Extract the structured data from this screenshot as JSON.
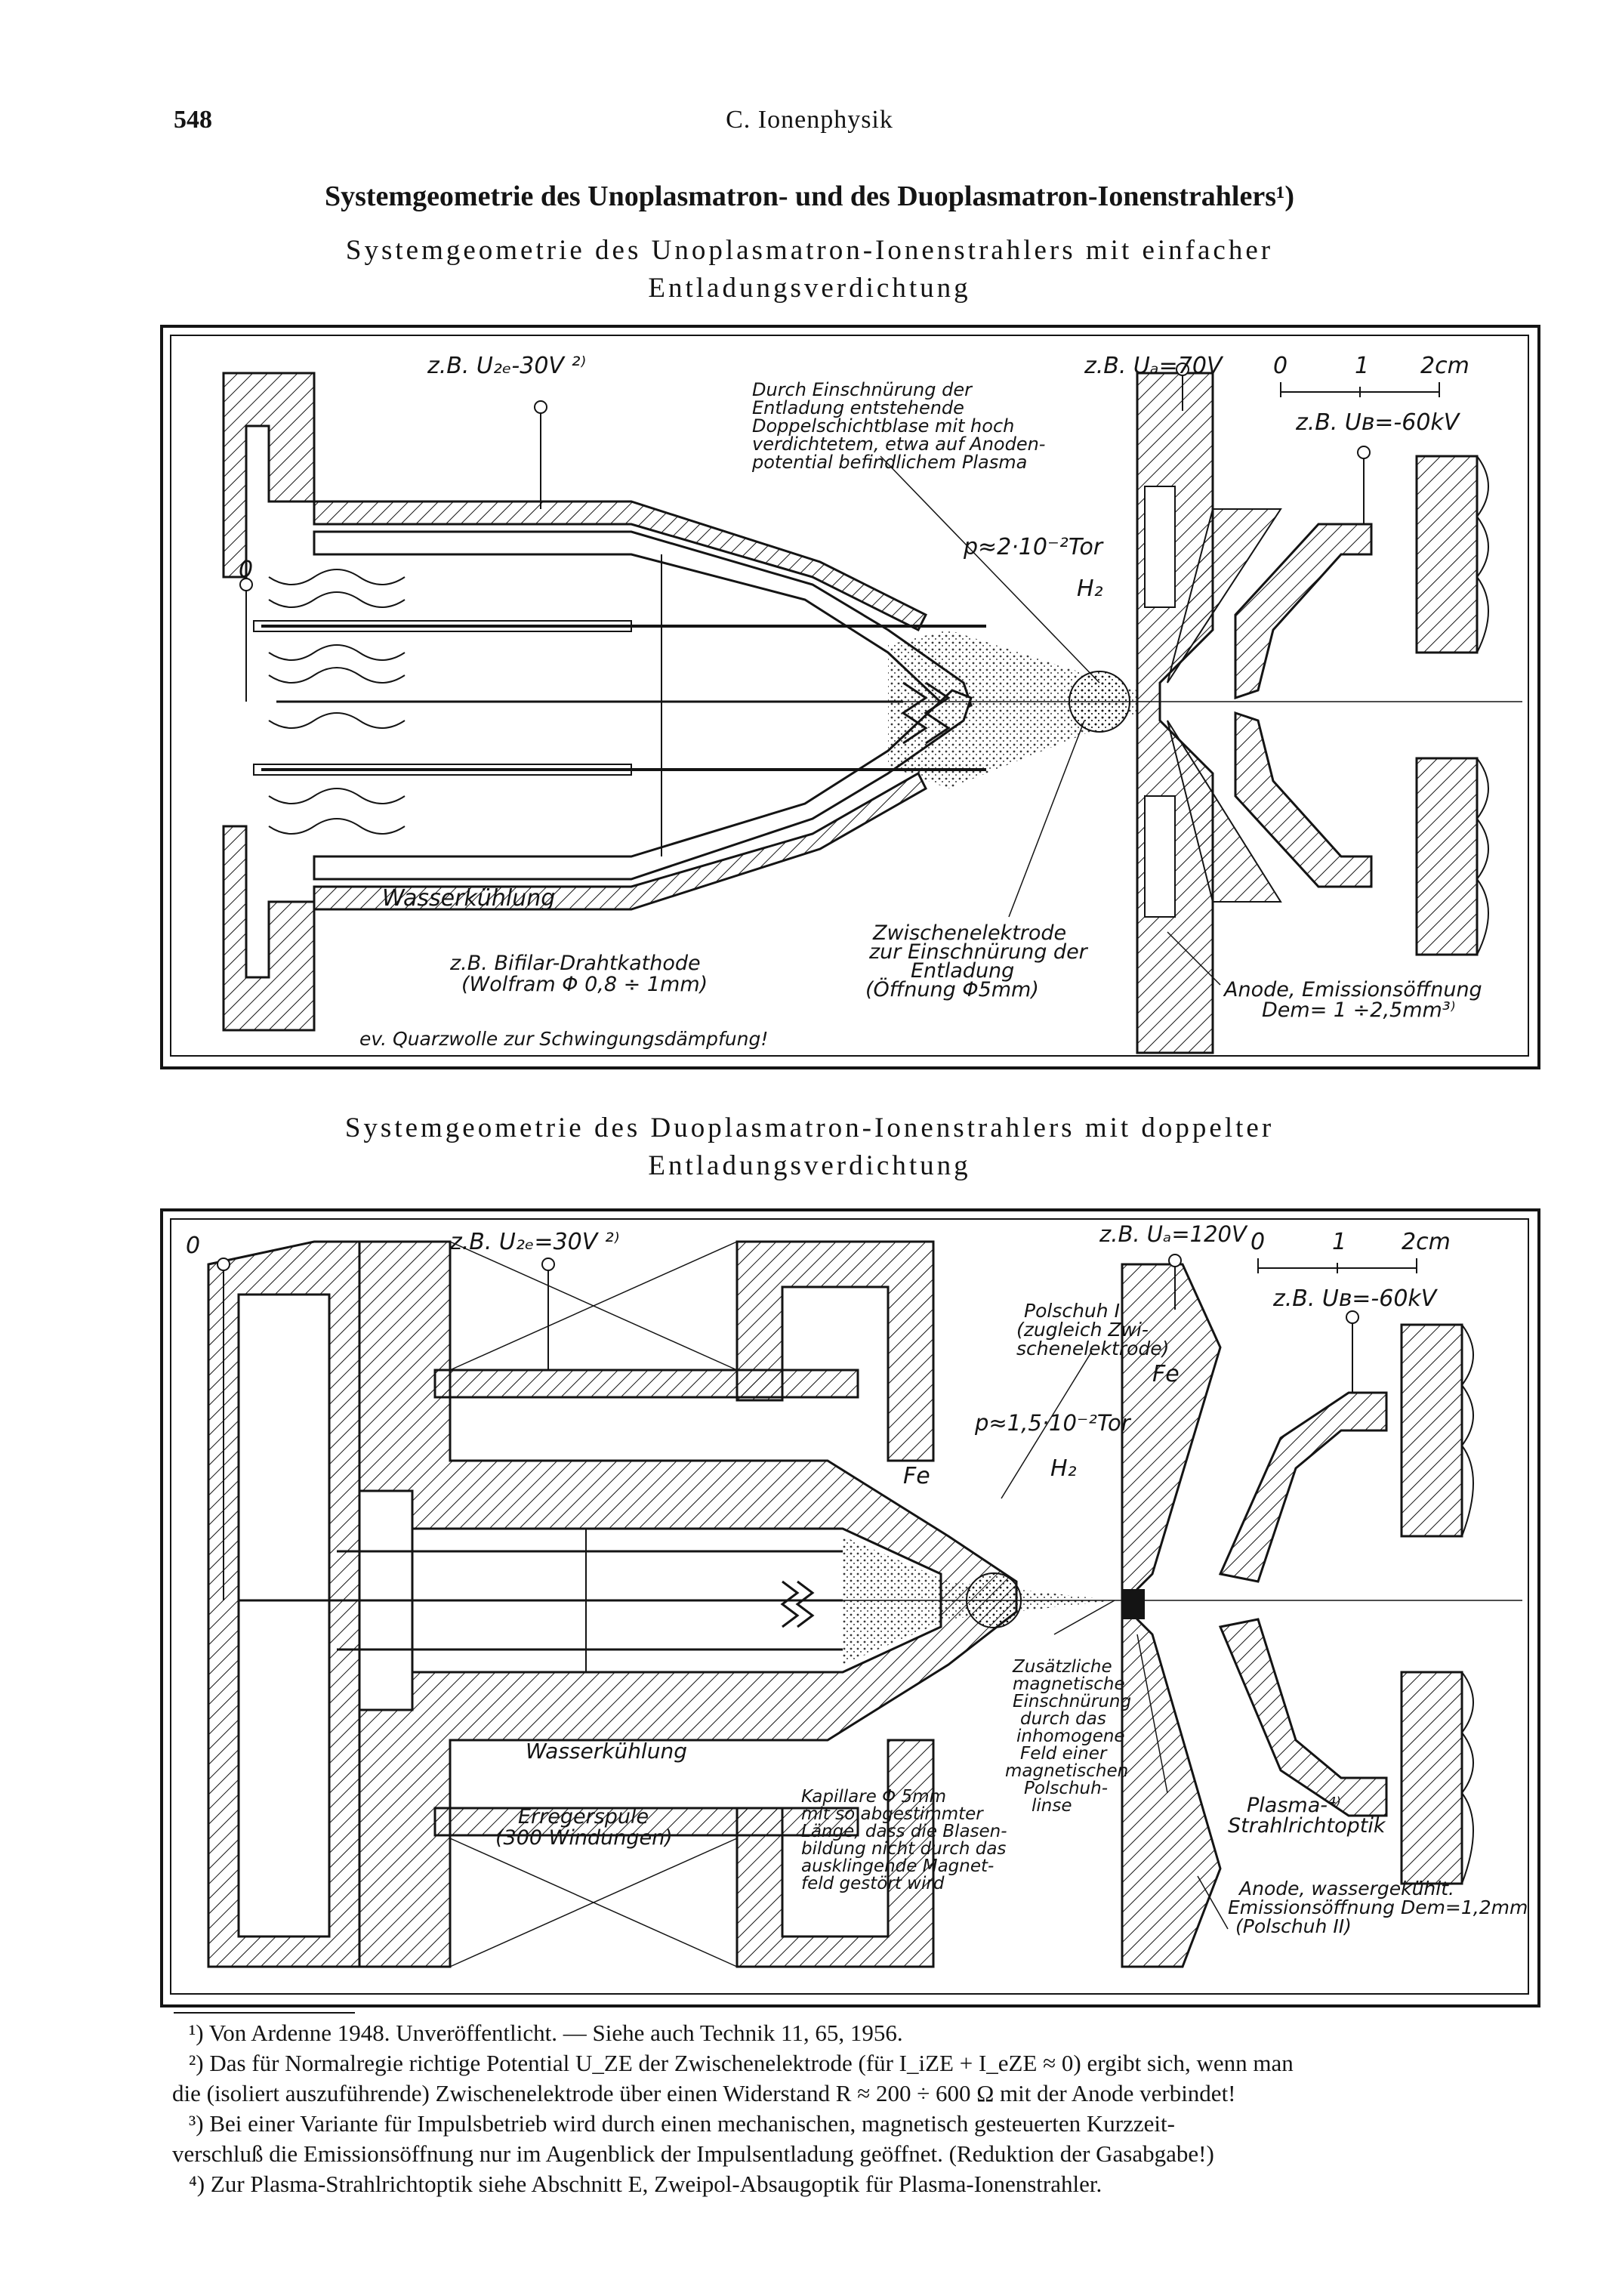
{
  "header": {
    "page_number": "548",
    "running_head": "C. Ionenphysik"
  },
  "section_title": "Systemgeometrie des Unoplasmatron- und des Duoplasmatron-Ionenstrahlers¹)",
  "figure1": {
    "title_line1": "Systemgeometrie des Unoplasmatron-Ionenstrahlers mit einfacher",
    "title_line2": "Entladungsverdichtung",
    "labels": {
      "uze": "z.B. U₂ₑ-30V ²⁾",
      "ua": "z.B. Uₐ=70V",
      "scale0": "0",
      "scale1": "1",
      "scale2": "2cm",
      "ub": "z.B. Uʙ=-60kV",
      "zero": "0",
      "einschnuerung1": "Durch Einschnürung der",
      "einschnuerung2": "Entladung entstehende",
      "einschnuerung3": "Doppelschichtblase mit hoch",
      "einschnuerung4": "verdichtetem, etwa auf Anoden-",
      "einschnuerung5": "potential befindlichem Plasma",
      "pressure": "p≈2·10⁻²Tor",
      "gas": "H₂",
      "wasser": "Wasserkühlung",
      "kathode1": "z.B. Bifilar-Drahtkathode",
      "kathode2": "(Wolfram Φ 0,8 ÷ 1mm)",
      "quarz": "ev. Quarzwolle zur Schwingungsdämpfung!",
      "zwischen1": "Zwischenelektrode",
      "zwischen2": "zur Einschnürung der",
      "zwischen3": "Entladung",
      "zwischen4": "(Öffnung Φ5mm)",
      "anode1": "Anode, Emissionsöffnung",
      "anode2": "Dem= 1 ÷2,5mm³⁾"
    }
  },
  "figure2": {
    "title_line1": "Systemgeometrie des Duoplasmatron-Ionenstrahlers mit doppelter",
    "title_line2": "Entladungsverdichtung",
    "labels": {
      "zero": "0",
      "uze": "z.B. U₂ₑ=30V ²⁾",
      "ua": "z.B. Uₐ=120V",
      "scale0": "0",
      "scale1": "1",
      "scale2": "2cm",
      "ub": "z.B. Uʙ=-60kV",
      "polschuh1": "Polschuh I",
      "polschuh2": "(zugleich Zwi-",
      "polschuh3": "schenelektrode)",
      "fe1": "Fe",
      "fe2": "Fe",
      "pressure": "p≈1,5·10⁻²Tor",
      "gas": "H₂",
      "wasser": "Wasserkühlung",
      "erreger1": "Erregerspule",
      "erreger2": "(300 Windungen)",
      "kapillare1": "Kapillare Φ 5mm",
      "kapillare2": "mit so abgestimmter",
      "kapillare3": "Länge, dass die Blasen-",
      "kapillare4": "bildung nicht durch das",
      "kapillare5": "ausklingende Magnet-",
      "kapillare6": "feld gestört wird",
      "zusatz1": "Zusätzliche",
      "zusatz2": "magnetische",
      "zusatz3": "Einschnürung",
      "zusatz4": "durch das",
      "zusatz5": "inhomogene",
      "zusatz6": "Feld einer",
      "zusatz7": "magnetischen",
      "zusatz8": "Polschuh-",
      "zusatz9": "linse",
      "plasma1": "Plasma-⁴⁾",
      "plasma2": "Strahlrichtoptik",
      "anode1": "Anode, wassergekühlt.",
      "anode2": "Emissionsöffnung Dem=1,2mm",
      "anode3": "(Polschuh II)"
    }
  },
  "footnotes": [
    "¹) Von Ardenne 1948. Unveröffentlicht. — Siehe auch Technik 11, 65, 1956.",
    "²) Das für Normalregie richtige Potential U_ZE der Zwischenelektrode (für I_iZE + I_eZE ≈ 0) ergibt sich, wenn man",
    "die (isoliert auszuführende) Zwischenelektrode über einen Widerstand R ≈ 200 ÷ 600 Ω mit der Anode verbindet!",
    "³) Bei einer Variante für Impulsbetrieb wird durch einen mechanischen, magnetisch gesteuerten Kurzzeit-",
    "verschluß die Emissionsöffnung nur im Augenblick der Impulsentladung geöffnet. (Reduktion der Gasabgabe!)",
    "⁴) Zur Plasma-Strahlrichtoptik siehe Abschnitt E, Zweipol-Absaugoptik für Plasma-Ionenstrahler."
  ]
}
